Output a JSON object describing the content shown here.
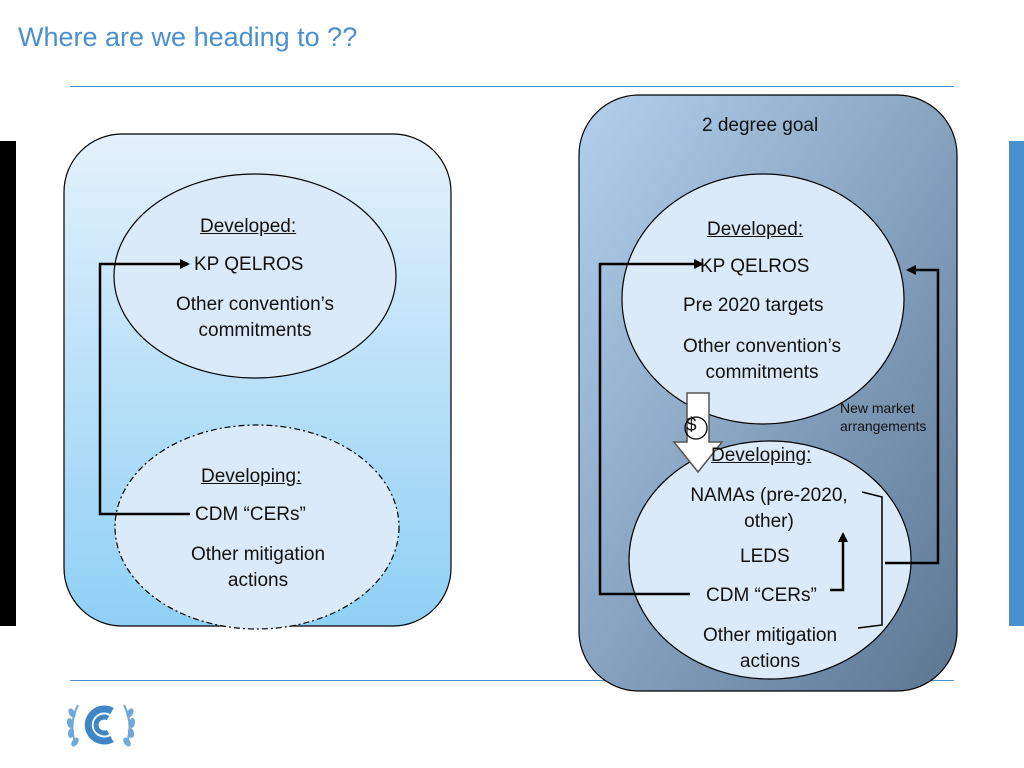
{
  "title": "Where are we heading to ??",
  "left_panel": {
    "developed": {
      "heading": "Developed:",
      "item1": "KP QELROS",
      "item2": "Other convention’s commitments"
    },
    "developing": {
      "heading": "Developing:",
      "item1": "CDM “CERs”",
      "item2": "Other mitigation actions"
    }
  },
  "right_panel": {
    "goal": "2 degree goal",
    "developed": {
      "heading": "Developed:",
      "item1": "KP QELROS",
      "item2": "Pre 2020 targets",
      "item3": "Other convention’s commitments"
    },
    "dollar": "$",
    "new_market": "New market arrangements",
    "developing": {
      "heading": "Developing:",
      "item1": "NAMAs (pre-2020, other)",
      "item2": "LEDS",
      "item3": "CDM “CERs”",
      "item4": "Other mitigation actions"
    }
  },
  "colors": {
    "accent": "#4a90d0",
    "left_panel_top": "#e4f1fb",
    "left_panel_bottom": "#8fd0f5",
    "right_panel_top": "#a9c6e6",
    "right_panel_bottom": "#5f7b98"
  },
  "logo": "unfccc-logo"
}
